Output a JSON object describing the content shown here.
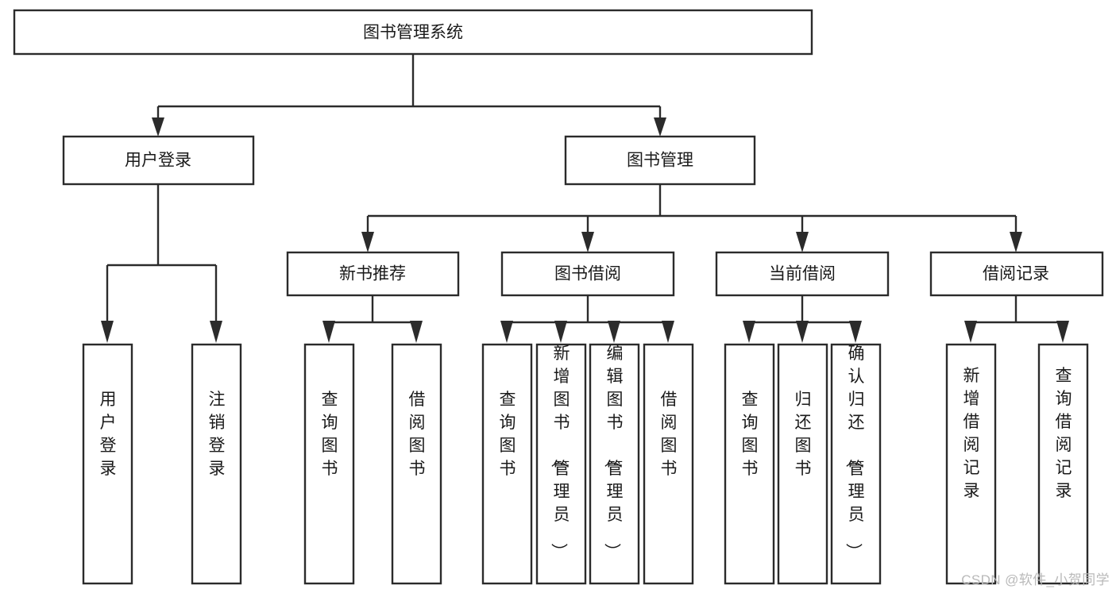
{
  "diagram": {
    "title": "图书管理系统",
    "type": "hierarchy-tree",
    "watermark": "CSDN @软件_小贺同学",
    "colors": {
      "box_fill": "#ffffff",
      "box_stroke": "#2b2b2b",
      "text": "#1a1a1a",
      "watermark": "#b9b9b9",
      "background": "#ffffff"
    },
    "levels": {
      "root": {
        "label": "图书管理系统"
      },
      "level2": [
        {
          "label": "用户登录"
        },
        {
          "label": "图书管理"
        }
      ],
      "level3": [
        {
          "label": "新书推荐"
        },
        {
          "label": "图书借阅"
        },
        {
          "label": "当前借阅"
        },
        {
          "label": "借阅记录"
        }
      ]
    },
    "leaves": {
      "user_login": [
        {
          "label": "用户登录"
        },
        {
          "label": "注销登录"
        }
      ],
      "new_book_recommend": [
        {
          "label": "查询图书"
        },
        {
          "label": "借阅图书"
        }
      ],
      "book_borrow": [
        {
          "label": "查询图书"
        },
        {
          "label": "新增图书（管理员）"
        },
        {
          "label": "编辑图书（管理员）"
        },
        {
          "label": "借阅图书"
        }
      ],
      "current_borrow": [
        {
          "label": "查询图书"
        },
        {
          "label": "归还图书"
        },
        {
          "label": "确认归还（管理员）"
        }
      ],
      "borrow_record": [
        {
          "label": "新增借阅记录"
        },
        {
          "label": "查询借阅记录"
        }
      ]
    }
  }
}
